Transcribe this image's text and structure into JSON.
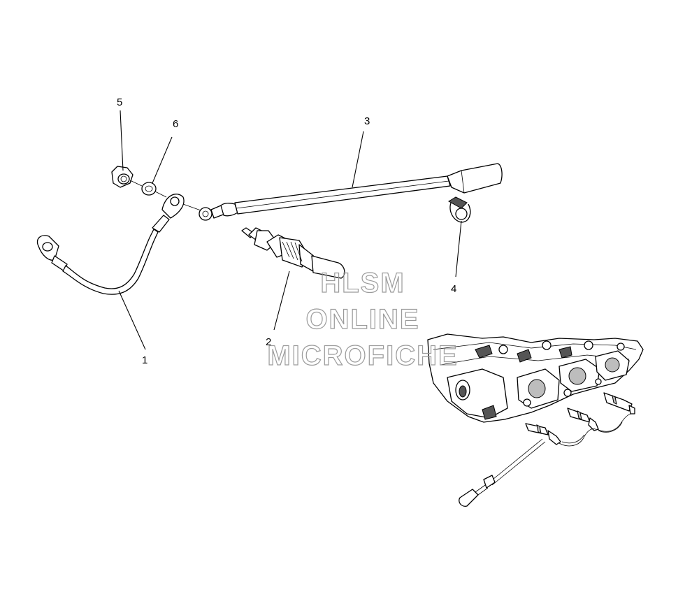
{
  "callouts": [
    {
      "id": "1",
      "label": "1"
    },
    {
      "id": "2",
      "label": "2"
    },
    {
      "id": "3",
      "label": "3"
    },
    {
      "id": "4",
      "label": "4"
    },
    {
      "id": "5",
      "label": "5"
    },
    {
      "id": "6",
      "label": "6"
    }
  ],
  "watermark": {
    "line1": "HLSM",
    "line2": "ONLINE",
    "line3": "MICROFICHE"
  }
}
